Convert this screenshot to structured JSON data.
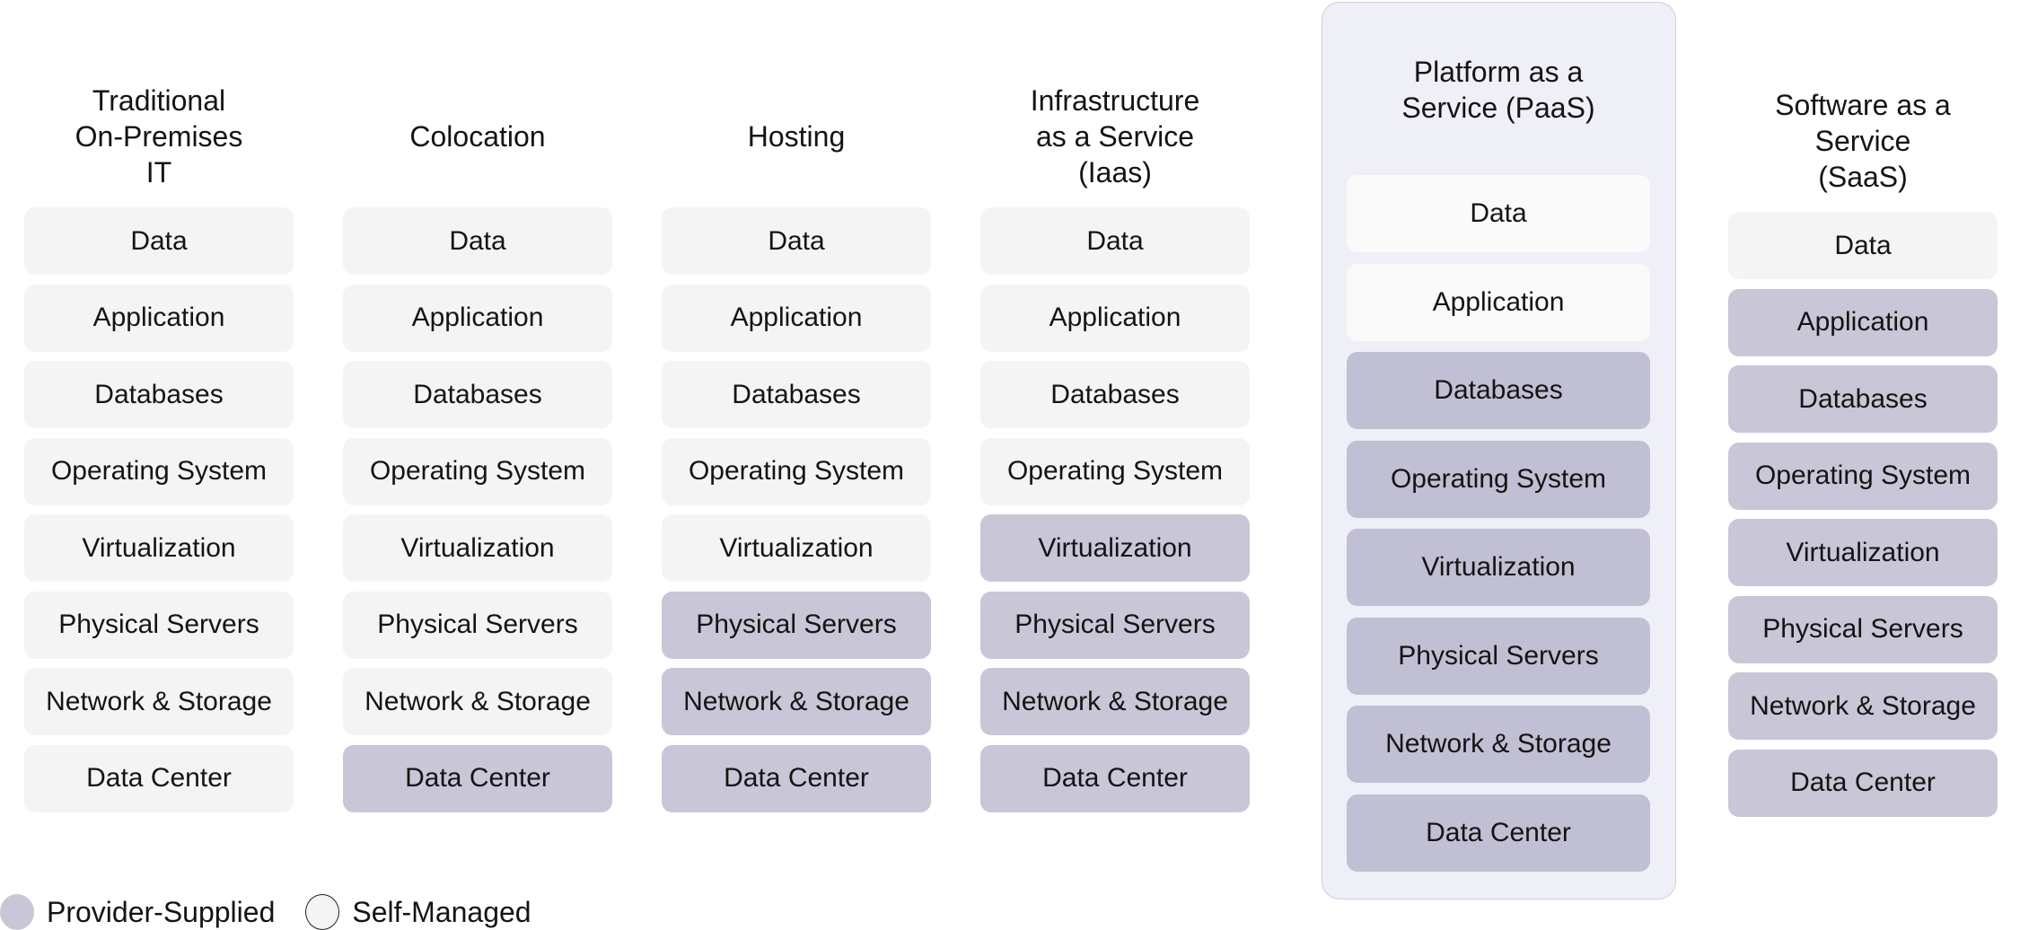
{
  "diagram": {
    "title_hidden": "",
    "legend": {
      "provider_label": "Provider-Supplied",
      "self_label": "Self-Managed",
      "provider_color": "#c8c6d7",
      "self_color": "#f4f4f4"
    },
    "layers": [
      "Data",
      "Application",
      "Databases",
      "Operating System",
      "Virtualization",
      "Physical Servers",
      "Network & Storage",
      "Data Center"
    ],
    "columns": [
      {
        "title": "Traditional\nOn-Premises\nIT",
        "provider_from": 8,
        "cells": [
          "Data",
          "Application",
          "Databases",
          "Operating System",
          "Virtualization",
          "Physical Servers",
          "Network & Storage",
          "Data Center"
        ],
        "managed_by": [
          "self",
          "self",
          "self",
          "self",
          "self",
          "self",
          "self",
          "self"
        ]
      },
      {
        "title": "Colocation",
        "provider_from": 7,
        "cells": [
          "Data",
          "Application",
          "Databases",
          "Operating System",
          "Virtualization",
          "Physical Servers",
          "Network & Storage",
          "Data Center"
        ],
        "managed_by": [
          "self",
          "self",
          "self",
          "self",
          "self",
          "self",
          "self",
          "provider"
        ]
      },
      {
        "title": "Hosting",
        "provider_from": 5,
        "cells": [
          "Data",
          "Application",
          "Databases",
          "Operating System",
          "Virtualization",
          "Physical Servers",
          "Network & Storage",
          "Data Center"
        ],
        "managed_by": [
          "self",
          "self",
          "self",
          "self",
          "self",
          "provider",
          "provider",
          "provider"
        ]
      },
      {
        "title": "Infrastructure\nas a Service\n(Iaas)",
        "provider_from": 4,
        "cells": [
          "Data",
          "Application",
          "Databases",
          "Operating System",
          "Virtualization",
          "Physical Servers",
          "Network & Storage",
          "Data Center"
        ],
        "managed_by": [
          "self",
          "self",
          "self",
          "self",
          "provider",
          "provider",
          "provider",
          "provider"
        ]
      },
      {
        "title": "Platform as a\nService (PaaS)",
        "highlighted": true,
        "provider_from": 2,
        "cells": [
          "Data",
          "Application",
          "Databases",
          "Operating System",
          "Virtualization",
          "Physical Servers",
          "Network & Storage",
          "Data Center"
        ],
        "managed_by": [
          "self",
          "self",
          "provider",
          "provider",
          "provider",
          "provider",
          "provider",
          "provider"
        ]
      },
      {
        "title": "Software as a\nService\n(SaaS)",
        "provider_from": 1,
        "cells": [
          "Data",
          "Application",
          "Databases",
          "Operating System",
          "Virtualization",
          "Physical Servers",
          "Network & Storage",
          "Data Center"
        ],
        "managed_by": [
          "self",
          "provider",
          "provider",
          "provider",
          "provider",
          "provider",
          "provider",
          "provider"
        ]
      }
    ]
  }
}
